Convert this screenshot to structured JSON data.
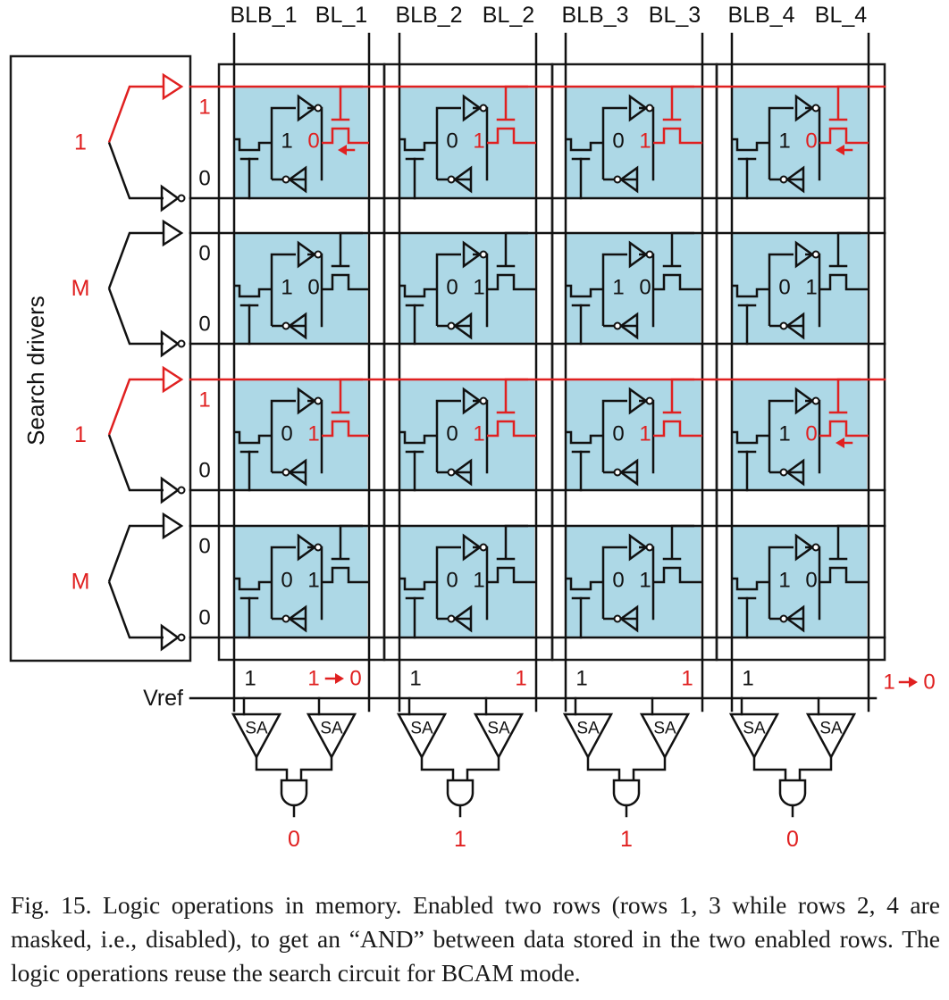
{
  "bitlines": [
    {
      "blb": "BLB_1",
      "bl": "BL_1"
    },
    {
      "blb": "BLB_2",
      "bl": "BL_2"
    },
    {
      "blb": "BLB_3",
      "bl": "BL_3"
    },
    {
      "blb": "BLB_4",
      "bl": "BL_4"
    }
  ],
  "drivers_label": "Search drivers",
  "rows": [
    {
      "search": "1",
      "top": "1",
      "bottom": "0",
      "enabled": true,
      "cells": [
        {
          "q": "1",
          "qb": "0",
          "discharge": true
        },
        {
          "q": "0",
          "qb": "1",
          "discharge": false
        },
        {
          "q": "0",
          "qb": "1",
          "discharge": false
        },
        {
          "q": "1",
          "qb": "0",
          "discharge": true
        }
      ]
    },
    {
      "search": "M",
      "top": "0",
      "bottom": "0",
      "enabled": false,
      "cells": [
        {
          "q": "1",
          "qb": "0"
        },
        {
          "q": "0",
          "qb": "1"
        },
        {
          "q": "1",
          "qb": "0"
        },
        {
          "q": "0",
          "qb": "1"
        }
      ]
    },
    {
      "search": "1",
      "top": "1",
      "bottom": "0",
      "enabled": true,
      "cells": [
        {
          "q": "0",
          "qb": "1",
          "discharge": false
        },
        {
          "q": "0",
          "qb": "1",
          "discharge": false
        },
        {
          "q": "0",
          "qb": "1",
          "discharge": false
        },
        {
          "q": "1",
          "qb": "0",
          "discharge": true
        }
      ]
    },
    {
      "search": "M",
      "top": "0",
      "bottom": "0",
      "enabled": false,
      "cells": [
        {
          "q": "0",
          "qb": "1"
        },
        {
          "q": "0",
          "qb": "1"
        },
        {
          "q": "0",
          "qb": "1"
        },
        {
          "q": "1",
          "qb": "0"
        }
      ]
    }
  ],
  "column_states": [
    {
      "blb": "1",
      "bl": "1",
      "bl_changes": true
    },
    {
      "blb": "1",
      "bl": "1",
      "bl_changes": false
    },
    {
      "blb": "1",
      "bl": "1",
      "bl_changes": false
    },
    {
      "blb": "1",
      "bl": "1",
      "bl_changes": true
    }
  ],
  "bl_after": "0",
  "vref": "Vref",
  "sa_label": "SA",
  "outputs": [
    "0",
    "1",
    "1",
    "0"
  ],
  "caption": "Fig. 15.  Logic operations in memory. Enabled two rows (rows 1, 3 while rows 2, 4 are masked, i.e., disabled), to get an “AND” between data stored in the two enabled rows. The logic operations reuse the search circuit for BCAM mode.",
  "colors": {
    "cell_fill": "#add8e6",
    "red": "#e02020",
    "ink": "#111111",
    "grid": "#1a1a1a"
  }
}
